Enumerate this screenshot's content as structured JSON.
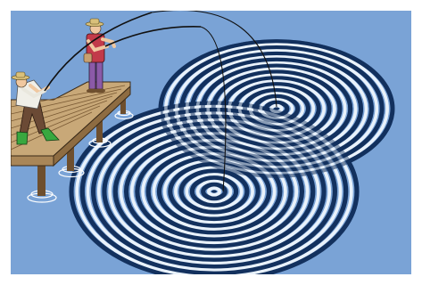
{
  "scene": {
    "subject": "two-anglers-on-dock-casting-into-water",
    "colors": {
      "frame": "#ffffff",
      "water": "#7aa3d6",
      "ripple_dark": "#13315e",
      "ripple_light": "#e9f2fb",
      "dock_plank": "#c8a878",
      "dock_dark": "#6e4f2e",
      "shirt_red": "#c23a4a",
      "pants_purple": "#8b5aa8",
      "jacket_white": "#f0efe8",
      "waders_brown": "#6b4a35",
      "boots_green": "#39a83f",
      "skin": "#f0c8a0",
      "hat": "#d9c07a"
    },
    "ripple_centers": [
      {
        "name": "upper-right-ripple",
        "rings": 11
      },
      {
        "name": "lower-left-ripple",
        "rings": 13
      }
    ]
  }
}
